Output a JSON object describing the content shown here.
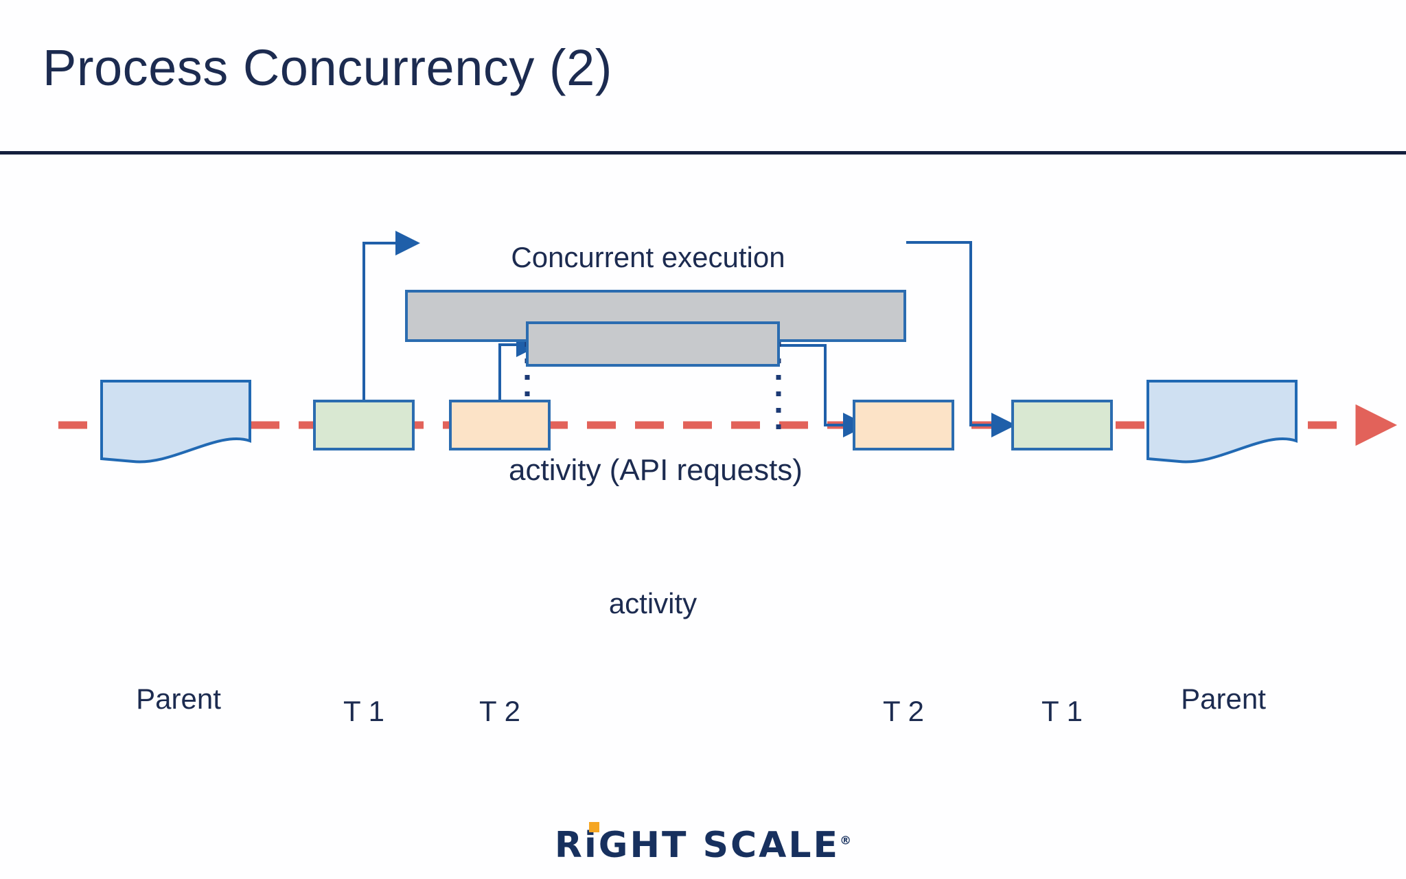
{
  "slide": {
    "title": "Process Concurrency (2)",
    "title_color": "#1c2b50",
    "rule_color": "#141f3d",
    "background": "#ffffff"
  },
  "diagram": {
    "caption": "Concurrent execution",
    "palette": {
      "box_border_blue": "#2b6cb0",
      "connector_blue": "#1f5fa9",
      "activity_fill_gray": "#c7c9cc",
      "parent_fill_blue": "#cfe0f2",
      "t1_fill_green": "#d9e8d2",
      "t2_fill_orange": "#fce3c7",
      "timeline_red": "#e2625a",
      "text_navy": "#1c2b50"
    },
    "activity_boxes": [
      {
        "id": "activity-api",
        "label": "activity (API requests)",
        "fill": "#c7c9cc"
      },
      {
        "id": "activity",
        "label": "activity",
        "fill": "#c7c9cc"
      }
    ],
    "timeline_nodes": [
      {
        "id": "parent-left",
        "label": "Parent",
        "shape": "document",
        "fill": "#cfe0f2"
      },
      {
        "id": "t1-left",
        "label": "T 1",
        "shape": "rect",
        "fill": "#d9e8d2"
      },
      {
        "id": "t2-left",
        "label": "T 2",
        "shape": "rect",
        "fill": "#fce3c7"
      },
      {
        "id": "t2-right",
        "label": "T 2",
        "shape": "rect",
        "fill": "#fce3c7"
      },
      {
        "id": "t1-right",
        "label": "T 1",
        "shape": "rect",
        "fill": "#d9e8d2"
      },
      {
        "id": "parent-right",
        "label": "Parent",
        "shape": "document",
        "fill": "#cfe0f2"
      }
    ],
    "timeline": {
      "style": "dashed",
      "color": "#e2625a",
      "arrowhead": "right"
    },
    "connectors": [
      {
        "from": "t1-left",
        "to": "activity-api",
        "style": "solid",
        "arrowhead": "right"
      },
      {
        "from": "t2-left",
        "to": "activity",
        "style": "solid",
        "arrowhead": "right"
      },
      {
        "from": "activity",
        "to": "t2-right",
        "style": "solid",
        "arrowhead": "right"
      },
      {
        "from": "activity-api",
        "to": "t1-right",
        "style": "solid",
        "arrowhead": "right"
      },
      {
        "from": "activity-api",
        "to": "activity",
        "style": "dotted",
        "arrowhead": "none",
        "count": 2
      }
    ]
  },
  "footer": {
    "logo_right": "RiGHT",
    "logo_scale": "SCALE",
    "logo_registered": "®",
    "logo_color": "#17305e",
    "logo_accent": "#f5a623"
  }
}
